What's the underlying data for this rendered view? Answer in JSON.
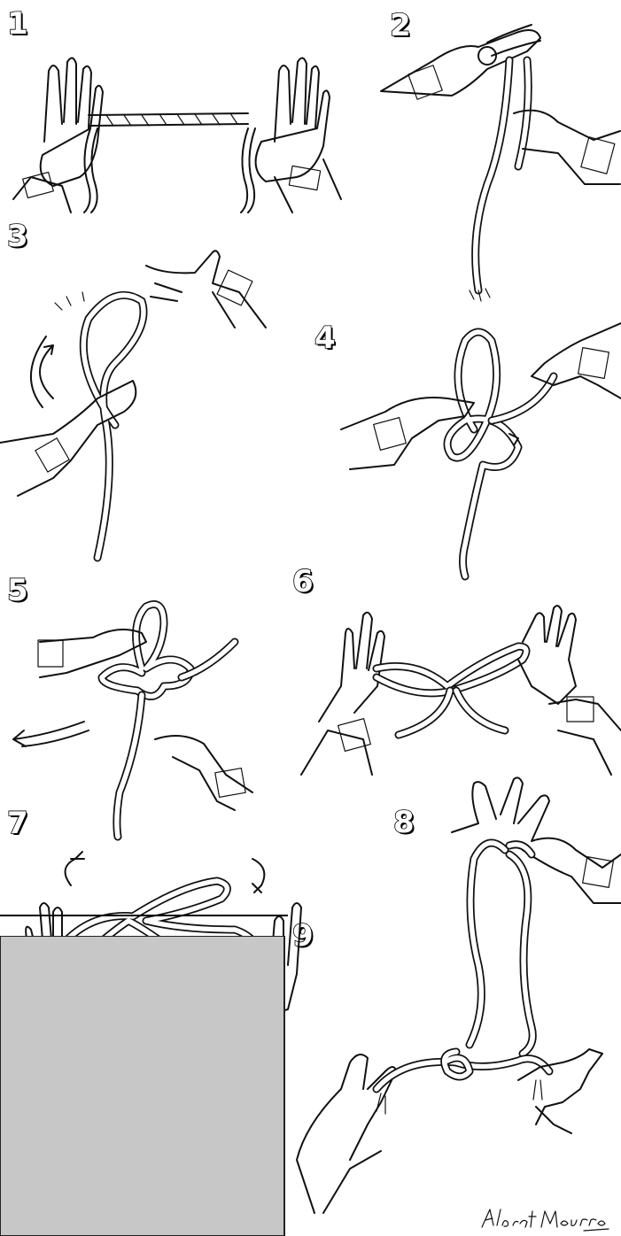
{
  "steps": [
    {
      "number": "1"
    },
    {
      "number": "2"
    },
    {
      "number": "3"
    },
    {
      "number": "4"
    },
    {
      "number": "5"
    },
    {
      "number": "6"
    },
    {
      "number": "7"
    },
    {
      "number": "8"
    },
    {
      "number": "9"
    }
  ],
  "signature": "Albert Maurren",
  "colors": {
    "ink": "#111111",
    "panel_grey": "#c7c7c7",
    "background": "#ffffff"
  }
}
